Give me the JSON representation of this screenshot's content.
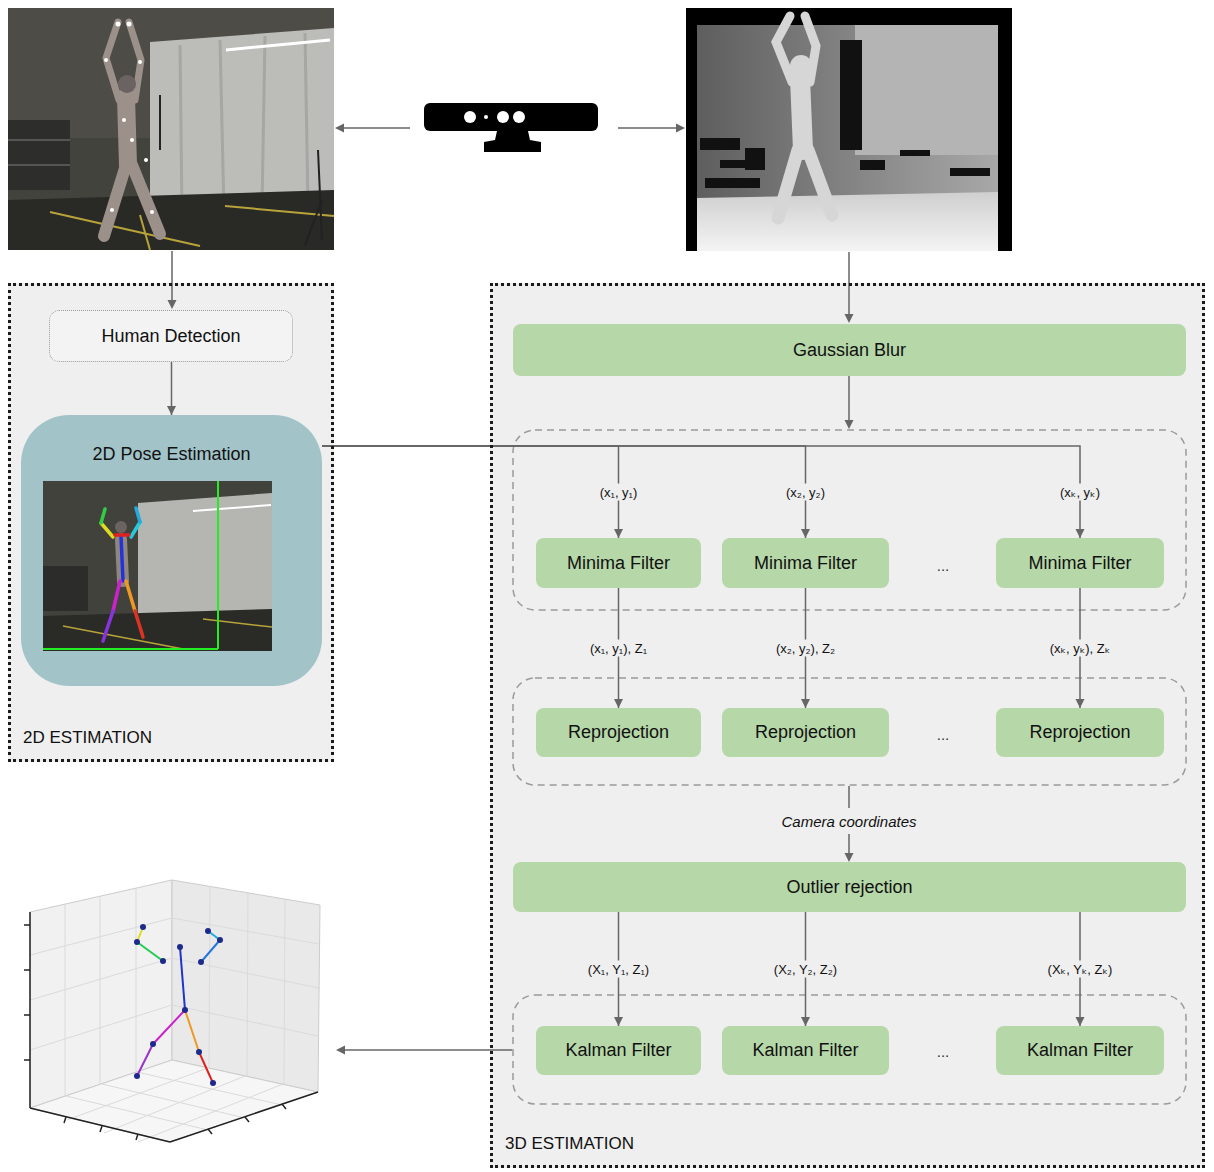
{
  "diagram": {
    "nodes": [
      {
        "text": [
          "2D ESTIMATION"
        ]
      },
      {
        "text": [
          "Human Detection"
        ],
        "in": 0
      },
      {
        "text": [
          "2D Pose Estimation"
        ],
        "in": 0
      },
      {
        "text": [
          "3D ESTIMATION"
        ]
      },
      {
        "text": [
          "Gaussian Blur"
        ],
        "in": 3
      },
      {
        "text": [
          "Minima Filter"
        ],
        "in": 3
      },
      {
        "text": [
          "Minima Filter"
        ],
        "in": 3
      },
      {
        "text": [
          "Minima Filter"
        ],
        "in": 3
      },
      {
        "text": [
          "Reprojection"
        ],
        "in": 3
      },
      {
        "text": [
          "Reprojection"
        ],
        "in": 3
      },
      {
        "text": [
          "Reprojection"
        ],
        "in": 3
      },
      {
        "text": [
          "Outlier rejection"
        ],
        "in": 3
      },
      {
        "text": [
          "Kalman Filter"
        ],
        "in": 3
      },
      {
        "text": [
          "Kalman Filter"
        ],
        "in": 3
      },
      {
        "text": [
          "Kalman Filter"
        ],
        "in": 3
      }
    ],
    "edges": [
      {
        "from": 1,
        "to": 2,
        "arrow": "to"
      },
      {
        "from": 2,
        "to": 5,
        "label": "(x₁, y₁)",
        "arrow": "to"
      },
      {
        "from": 2,
        "to": 6,
        "label": "(x₂, y₂)",
        "arrow": "to"
      },
      {
        "from": 2,
        "to": 7,
        "label": "(xₖ, yₖ)",
        "arrow": "to"
      },
      {
        "from": 5,
        "to": 8,
        "label": "(x₁, y₁), Z₁",
        "arrow": "to"
      },
      {
        "from": 6,
        "to": 9,
        "label": "(x₂, y₂), Z₂",
        "arrow": "to"
      },
      {
        "from": 7,
        "to": 10,
        "label": "(xₖ, yₖ), Zₖ",
        "arrow": "to"
      },
      {
        "from": 11,
        "to": 12,
        "label": "(X₁, Y₁, Z₁)",
        "arrow": "to"
      },
      {
        "from": 11,
        "to": 13,
        "label": "(X₂, Y₂, Z₂)",
        "arrow": "to"
      },
      {
        "from": 11,
        "to": 14,
        "label": "(Xₖ, Yₖ, Zₖ)",
        "arrow": "to"
      }
    ],
    "labels": [
      "...",
      "...",
      "...",
      "Camera coordinates"
    ]
  }
}
